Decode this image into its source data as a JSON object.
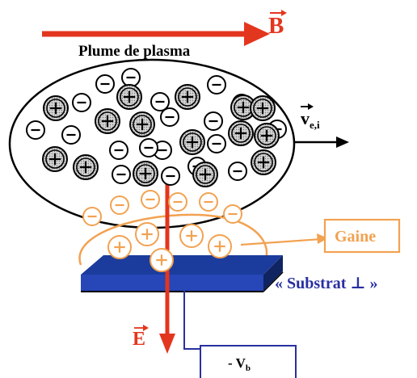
{
  "labels": {
    "plume": "Plume de plasma",
    "b_field": "B",
    "velocity_main": "v",
    "velocity_sub": "e,i",
    "gaine": "Gaine",
    "substrat": "« Substrat ⊥ »",
    "e_field": "E",
    "bias_prefix": "- V",
    "bias_sub": "b"
  },
  "symbols": {
    "positive": "+",
    "negative": "−"
  },
  "colors": {
    "red": "#e3361e",
    "orange": "#f2a251",
    "blue": "#2830a0",
    "substrate_top": "#1b3c9c",
    "substrate_front": "#2746b8",
    "substrate_side": "#0f2460",
    "positive_fill": "#c7c7c7",
    "negative_fill": "#ffffff"
  },
  "icons": {
    "b_arrow": "vector-arrow-icon",
    "e_arrow": "vector-arrow-icon",
    "v_arrow": "vector-arrow-icon"
  }
}
